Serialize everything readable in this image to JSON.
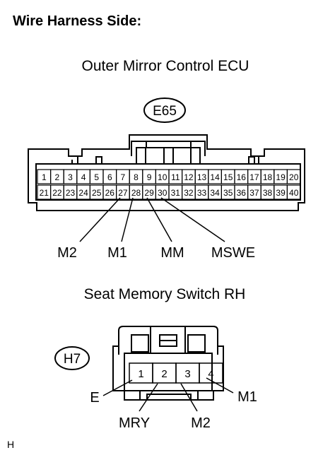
{
  "header": {
    "title": "Wire Harness Side:"
  },
  "ecu": {
    "name": "Outer Mirror Control ECU",
    "code": "E65",
    "pins_top": [
      "1",
      "2",
      "3",
      "4",
      "5",
      "6",
      "7",
      "8",
      "9",
      "10",
      "11",
      "12",
      "13",
      "14",
      "15",
      "16",
      "17",
      "18",
      "19",
      "20"
    ],
    "pins_bottom": [
      "21",
      "22",
      "23",
      "24",
      "25",
      "26",
      "27",
      "28",
      "29",
      "30",
      "31",
      "32",
      "33",
      "34",
      "35",
      "36",
      "37",
      "38",
      "39",
      "40"
    ],
    "callouts": [
      {
        "pin": "27",
        "label": "M2"
      },
      {
        "pin": "28",
        "label": "M1"
      },
      {
        "pin": "29",
        "label": "MM"
      },
      {
        "pin": "30",
        "label": "MSWE"
      }
    ]
  },
  "seat_switch": {
    "name": "Seat Memory Switch RH",
    "code": "H7",
    "pins": [
      "1",
      "2",
      "3",
      "4"
    ],
    "callouts": [
      {
        "pin": "1",
        "label": "E"
      },
      {
        "pin": "2",
        "label": "MRY"
      },
      {
        "pin": "3",
        "label": "M2"
      },
      {
        "pin": "4",
        "label": "M1"
      }
    ]
  },
  "footer": {
    "code": "H"
  }
}
